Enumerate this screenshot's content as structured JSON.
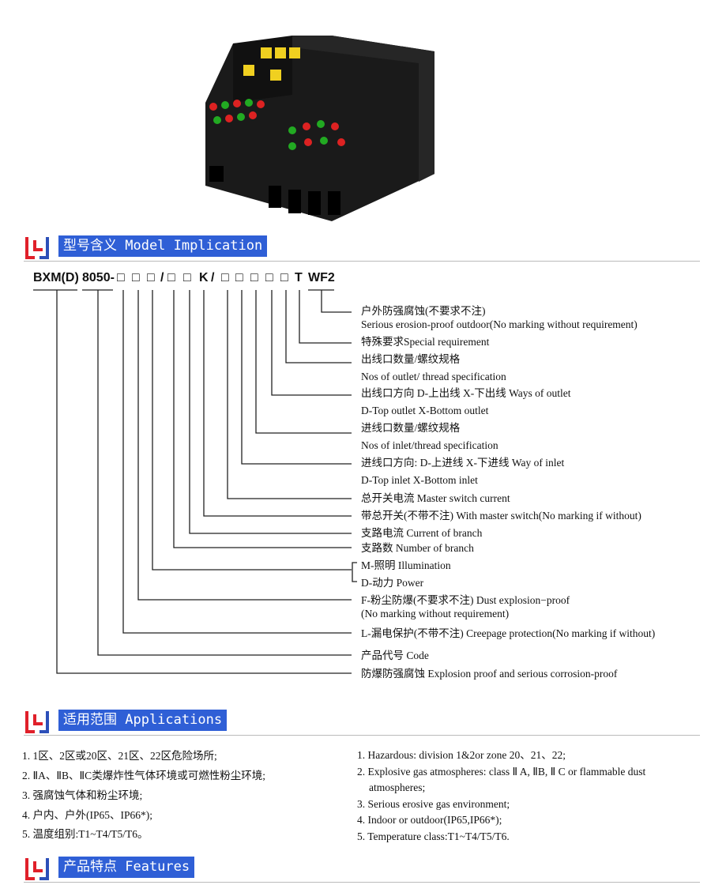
{
  "sections": {
    "model": "型号含义 Model Implication",
    "applications": "适用范围 Applications",
    "features": "产品特点 Features"
  },
  "code": {
    "prefix": "BXM(D)",
    "series": "8050-",
    "segments": [
      "□",
      "□",
      "□",
      "/",
      "□",
      "□",
      "K",
      "/",
      "□",
      "□",
      "□",
      "□",
      "□",
      "T",
      "WF2"
    ]
  },
  "labels": [
    "户外防强腐蚀(不要求不注)",
    "Serious erosion-proof outdoor(No marking without requirement)",
    "特殊要求Special requirement",
    "出线口数量/螺纹规格",
    "Nos of outlet/ thread specification",
    "出线口方向 D-上出线 X-下出线   Ways of outlet",
    "D-Top outlet  X-Bottom outlet",
    "进线口数量/螺纹规格",
    "Nos of inlet/thread specification",
    "进线口方向: D-上进线 X-下进线 Way of inlet",
    "D-Top inlet  X-Bottom inlet",
    "总开关电流 Master switch current",
    "带总开关(不带不注) With master switch(No marking if without)",
    "支路电流 Current of branch",
    "支路数   Number  of  branch",
    "M-照明 Illumination",
    "D-动力  Power",
    "F-粉尘防爆(不要求不注)  Dust explosion−proof",
    "(No marking without requirement)",
    "L-漏电保护(不带不注)  Creepage protection(No marking if without)",
    "产品代号 Code",
    "防爆防强腐蚀 Explosion proof and serious corrosion-proof"
  ],
  "applications_cn": [
    "1. 1区、2区或20区、21区、22区危险场所;",
    "2. ⅡA、ⅡB、ⅡC类爆炸性气体环境或可燃性粉尘环境;",
    "3. 强腐蚀气体和粉尘环境;",
    "4. 户内、户外(IP65、IP66*);",
    "5. 温度组别:T1~T4/T5/T6。"
  ],
  "applications_en": [
    "1. Hazardous: division 1&2or zone 20、21、22;",
    "2. Explosive gas atmospheres: class Ⅱ A, ⅡB, Ⅱ C or flammable dust",
    "atmospheres;",
    "3. Serious erosive gas environment;",
    "4. Indoor or outdoor(IP65,IP66*);",
    "5. Temperature class:T1~T4/T5/T6."
  ],
  "colors": {
    "accent": "#2f5fd6",
    "logo_red": "#e0202a",
    "logo_blue": "#2c4fb8"
  }
}
